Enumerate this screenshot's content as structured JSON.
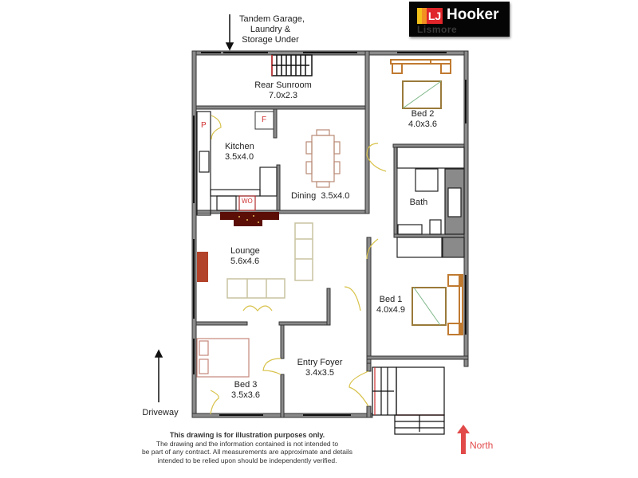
{
  "logo": {
    "brand": "Hooker",
    "mark": "LJ",
    "office": "Lismore",
    "colors": {
      "background": "#050505",
      "red": "#e0262b",
      "orange": "#f39022",
      "yellow": "#f2c21b"
    }
  },
  "annotations": {
    "top_note": [
      "Tandem Garage,",
      "Laundry &",
      "Storage Under"
    ],
    "driveway": "Driveway",
    "north": "North"
  },
  "rooms": [
    {
      "id": "rear-sunroom",
      "name": "Rear Sunroom",
      "size": "7.0x2.3"
    },
    {
      "id": "bed-2",
      "name": "Bed 2",
      "size": "4.0x3.6"
    },
    {
      "id": "kitchen",
      "name": "Kitchen",
      "size": "3.5x4.0"
    },
    {
      "id": "dining",
      "name": "Dining",
      "size": "3.5x4.0"
    },
    {
      "id": "bath",
      "name": "Bath",
      "size": ""
    },
    {
      "id": "lounge",
      "name": "Lounge",
      "size": "5.6x4.6"
    },
    {
      "id": "bed-1",
      "name": "Bed 1",
      "size": "4.0x4.9"
    },
    {
      "id": "entry-foyer",
      "name": "Entry Foyer",
      "size": "3.4x3.5"
    },
    {
      "id": "bed-3",
      "name": "Bed 3",
      "size": "3.5x3.6"
    }
  ],
  "fixtures": {
    "pantry": "P",
    "fridge": "F",
    "wall_oven": "WO"
  },
  "disclaimer": {
    "heading": "This drawing is for illustration purposes only.",
    "lines": [
      "The drawing and the information contained is not intended to",
      "be part of any contract.  All measurements are approximate and details",
      "intended to be relied upon should be independently verified."
    ]
  },
  "colors": {
    "wall": "#8a8a8a",
    "wall_outline": "#333333",
    "door": "#d8c24a",
    "bed_frame": "#c07a30",
    "furniture": "#c9c3a0",
    "table": "#b98a76",
    "fireplace": "#5a0e06",
    "north_arrow": "#e24a4a"
  }
}
